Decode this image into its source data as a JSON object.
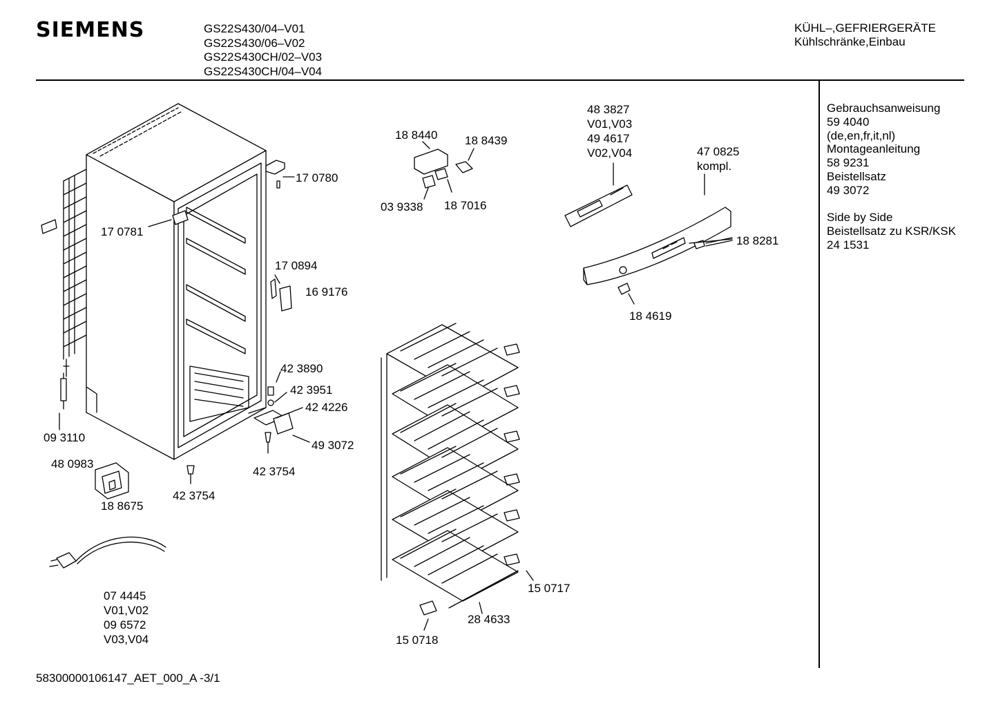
{
  "header": {
    "brand": "SIEMENS",
    "models": [
      "GS22S430/04–V01",
      "GS22S430/06–V02",
      "GS22S430CH/02–V03",
      "GS22S430CH/04–V04"
    ],
    "category": [
      "KÜHL–,GEFRIERGERÄTE",
      "Kühlschränke,Einbau"
    ]
  },
  "notes": {
    "lines_a": [
      "Gebrauchsanweisung",
      "59 4040",
      "(de,en,fr,it,nl)",
      "Montageanleitung",
      "58 9231",
      "Beistellsatz",
      "49 3072"
    ],
    "lines_b": [
      "Side by Side",
      "Beistellsatz zu KSR/KSK",
      "24 1531"
    ]
  },
  "parts": {
    "p170780": "17 0780",
    "p170781": "17 0781",
    "p170894": "17 0894",
    "p169176": "16 9176",
    "p423890": "42 3890",
    "p423951": "42 3951",
    "p424226": "42 4226",
    "p493072": "49 3072",
    "p423754a": "42 3754",
    "p423754b": "42 3754",
    "p093110": "09 3110",
    "p480983": "48 0983",
    "p188675": "18 8675",
    "p074445": [
      "07 4445",
      "V01,V02",
      "09 6572",
      "V03,V04"
    ],
    "p188440": "18 8440",
    "p188439": "18 8439",
    "p039338": "03 9338",
    "p187016": "18 7016",
    "p483827": [
      "48 3827",
      "V01,V03",
      "49 4617",
      "V02,V04"
    ],
    "p470825": [
      "47 0825",
      "kompl."
    ],
    "p188281": "18 8281",
    "p184619": "18 4619",
    "p150717": "15 0717",
    "p284633": "28 4633",
    "p150718": "15 0718"
  },
  "footer": "58300000106147_AET_000_A   -3/1"
}
